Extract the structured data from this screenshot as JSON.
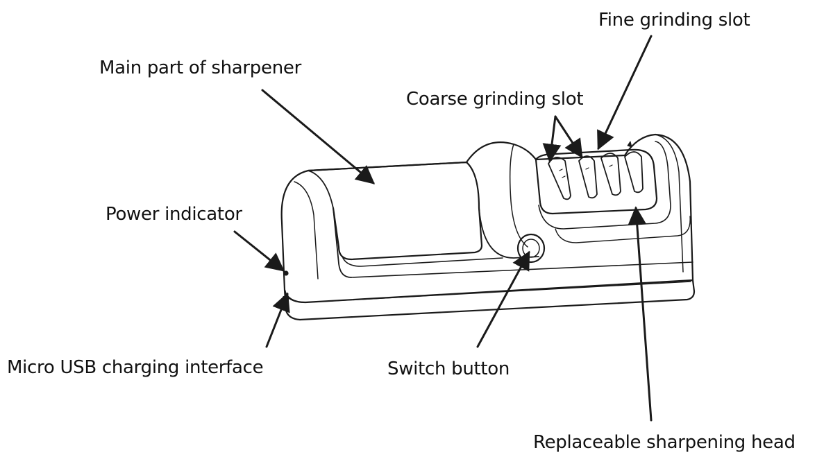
{
  "labels": {
    "fine_grinding_slot": "Fine grinding slot",
    "main_part": "Main part of sharpener",
    "coarse_grinding_slot": "Coarse grinding slot",
    "power_indicator": "Power indicator",
    "micro_usb": "Micro USB charging interface",
    "switch_button": "Switch button",
    "replaceable_head": "Replaceable sharpening head"
  },
  "colors": {
    "line": "#1a1a1a",
    "fill": "#ffffff"
  }
}
